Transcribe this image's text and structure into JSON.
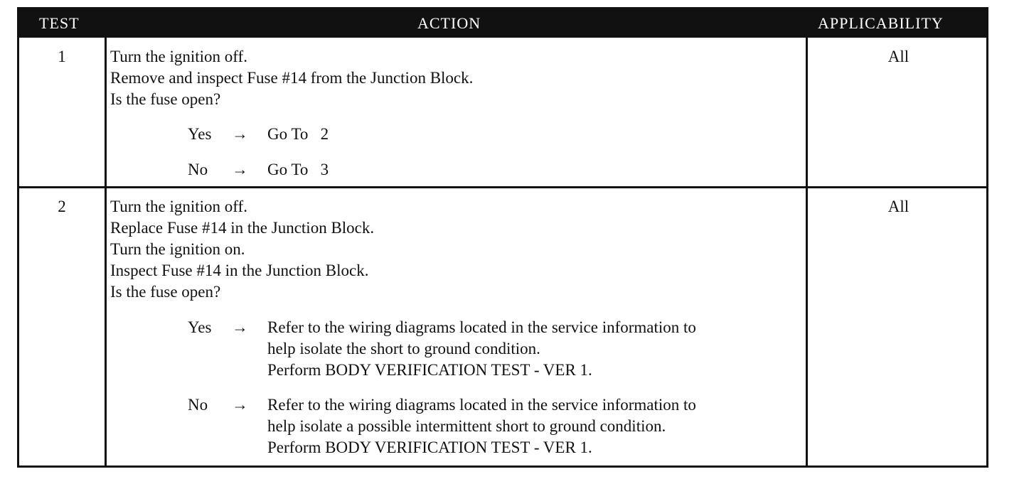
{
  "header": {
    "test": "TEST",
    "action": "ACTION",
    "applicability": "APPLICABILITY"
  },
  "rows": [
    {
      "test": "1",
      "applicability": "All",
      "steps": [
        "Turn the ignition off.",
        "Remove and inspect Fuse #14 from the Junction Block.",
        "Is the fuse open?"
      ],
      "responses": [
        {
          "answer": "Yes",
          "arrow": "→",
          "lines": [
            "Go To   2"
          ]
        },
        {
          "answer": "No",
          "arrow": "→",
          "lines": [
            "Go To   3"
          ]
        }
      ]
    },
    {
      "test": "2",
      "applicability": "All",
      "steps": [
        "Turn the ignition off.",
        "Replace Fuse #14 in the Junction Block.",
        "Turn the ignition on.",
        "Inspect Fuse #14 in the Junction Block.",
        "Is the fuse open?"
      ],
      "responses": [
        {
          "answer": "Yes",
          "arrow": "→",
          "lines": [
            "Refer to the wiring diagrams located in the service information to",
            "help isolate the short to ground condition.",
            "Perform BODY VERIFICATION TEST - VER 1."
          ]
        },
        {
          "answer": "No",
          "arrow": "→",
          "lines": [
            "Refer to the wiring diagrams located in the service information to",
            "help isolate a possible intermittent short to ground condition.",
            "Perform BODY VERIFICATION TEST - VER 1."
          ]
        }
      ]
    }
  ]
}
